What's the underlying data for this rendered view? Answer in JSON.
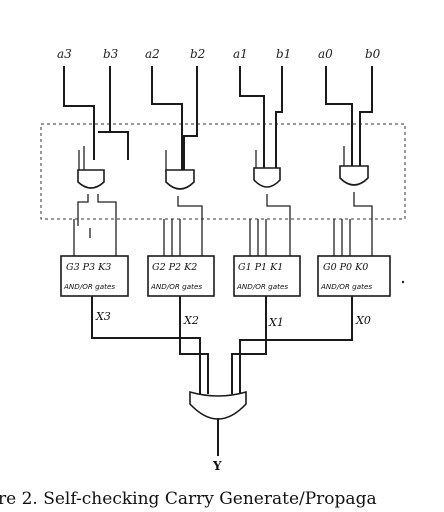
{
  "inputs": [
    "a3",
    "b3",
    "a2",
    "b2",
    "a1",
    "b1",
    "a0",
    "b0"
  ],
  "blocks": [
    {
      "top": "G3 P3 K3",
      "bottom": "AND/OR gates",
      "output": "X3"
    },
    {
      "top": "G2 P2 K2",
      "bottom": "AND/OR gates",
      "output": "X2"
    },
    {
      "top": "G1 P1 K1",
      "bottom": "AND/OR gates",
      "output": "X1"
    },
    {
      "top": "G0 P0 K0",
      "bottom": "AND/OR gates",
      "output": "X0"
    }
  ],
  "final_output": "Y",
  "caption": "re 2. Self-checking Carry Generate/Propaga"
}
